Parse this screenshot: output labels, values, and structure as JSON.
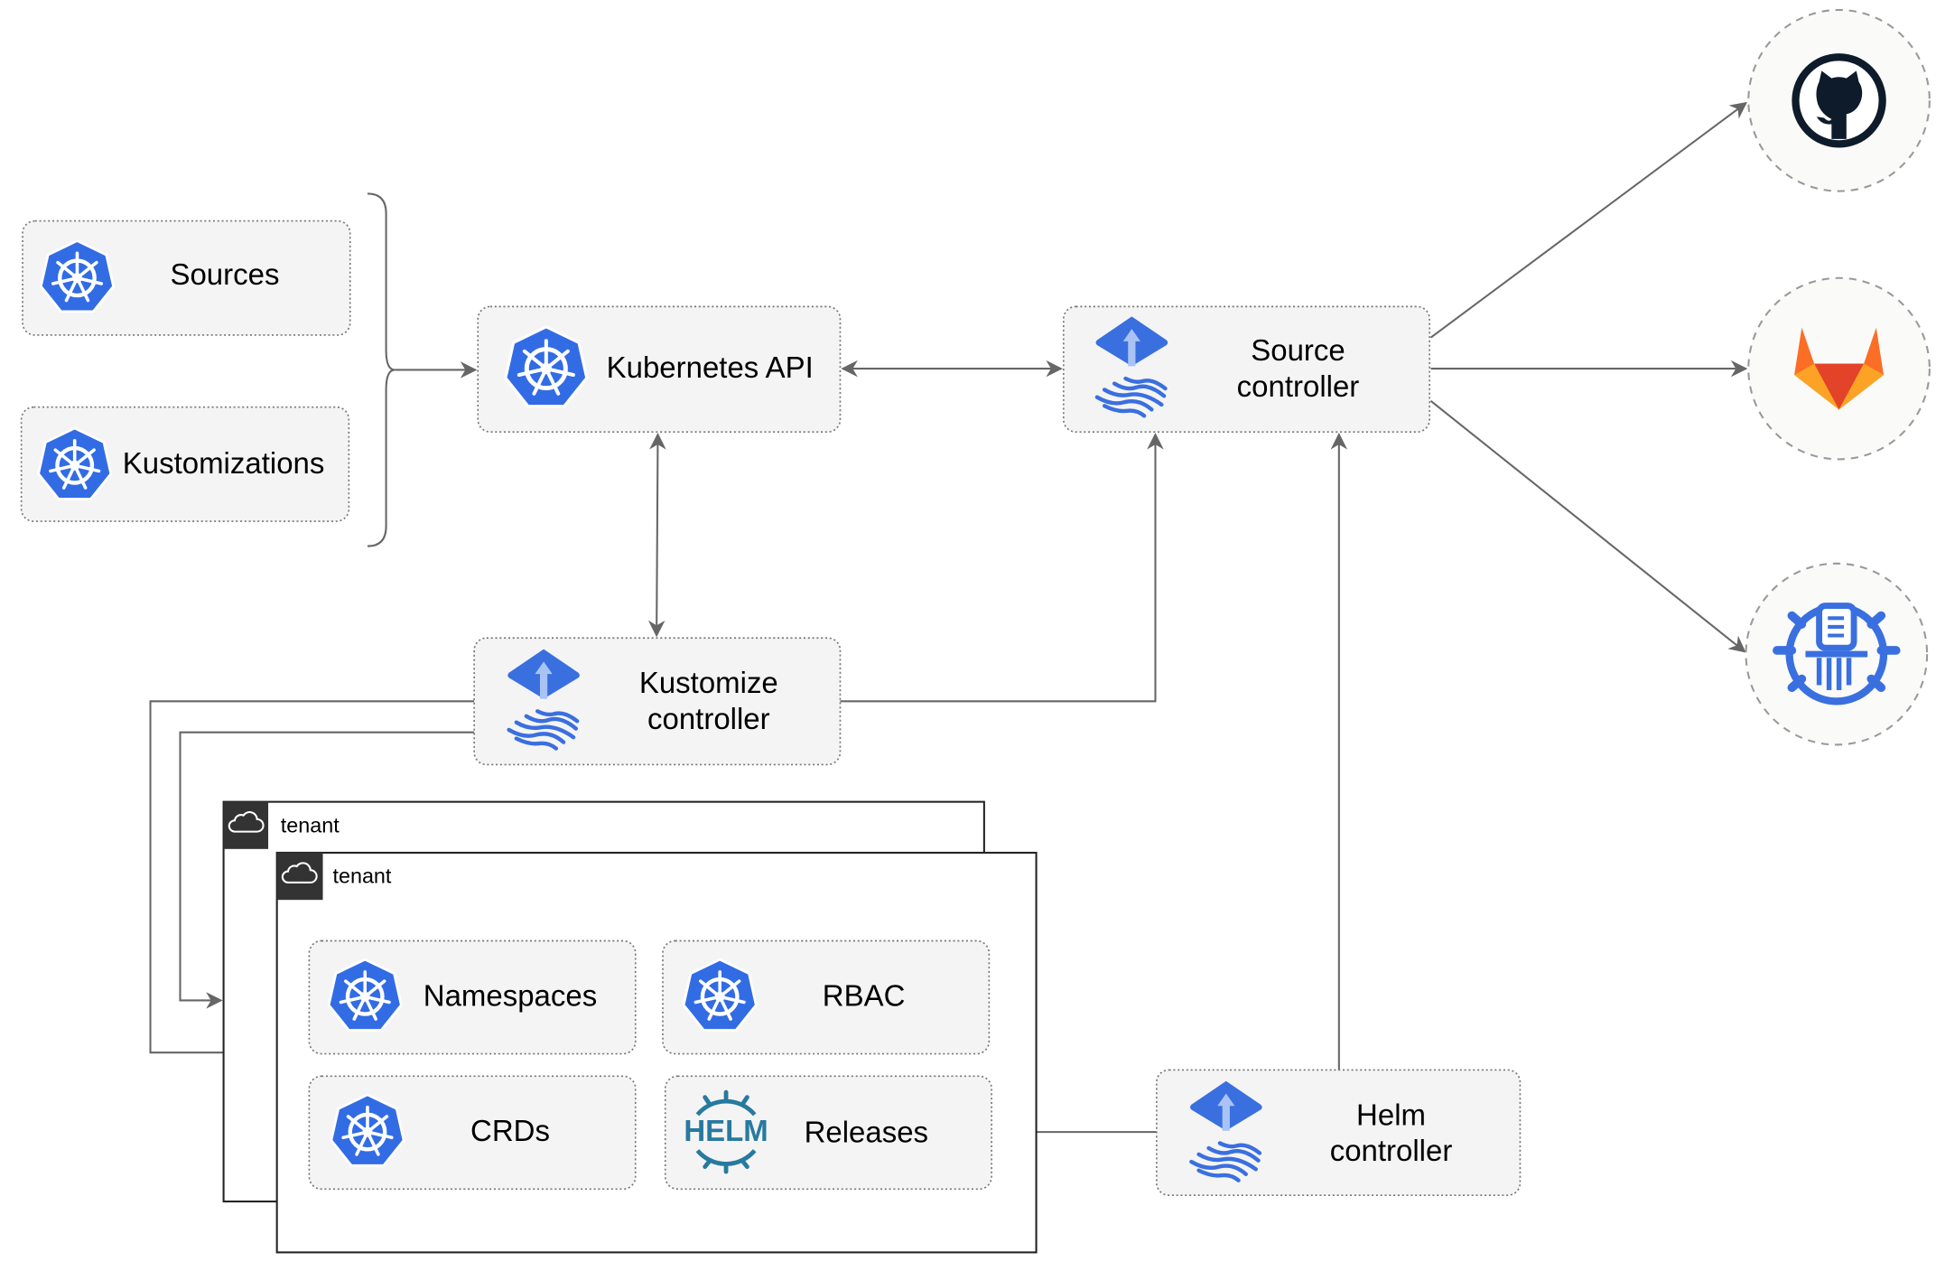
{
  "colors": {
    "kubernetes_blue": "#326CE5",
    "flux_blue": "#3A6FE0",
    "helm_teal": "#277A9F",
    "github_dark": "#0D1B2A",
    "gitlab_orange": "#E24329",
    "connector": "#666666"
  },
  "resources": {
    "sources": "Sources",
    "kustomizations": "Kustomizations"
  },
  "kubernetes_api": {
    "label": "Kubernetes API",
    "icon": "kubernetes-icon"
  },
  "source_controller": {
    "line1": "Source",
    "line2": "controller",
    "icon": "flux-icon"
  },
  "kustomize_controller": {
    "line1": "Kustomize",
    "line2": "controller",
    "icon": "flux-icon"
  },
  "helm_controller": {
    "line1": "Helm",
    "line2": "controller",
    "icon": "flux-icon"
  },
  "tenants": [
    {
      "label": "tenant",
      "icon": "cloud-icon"
    },
    {
      "label": "tenant",
      "icon": "cloud-icon"
    }
  ],
  "tenant_items": {
    "namespaces": "Namespaces",
    "rbac": "RBAC",
    "crds": "CRDs",
    "releases": "Releases"
  },
  "helm_logo_text": "HELM",
  "external_sources": [
    {
      "icon": "github-icon"
    },
    {
      "icon": "gitlab-icon"
    },
    {
      "icon": "bucket-icon"
    }
  ]
}
